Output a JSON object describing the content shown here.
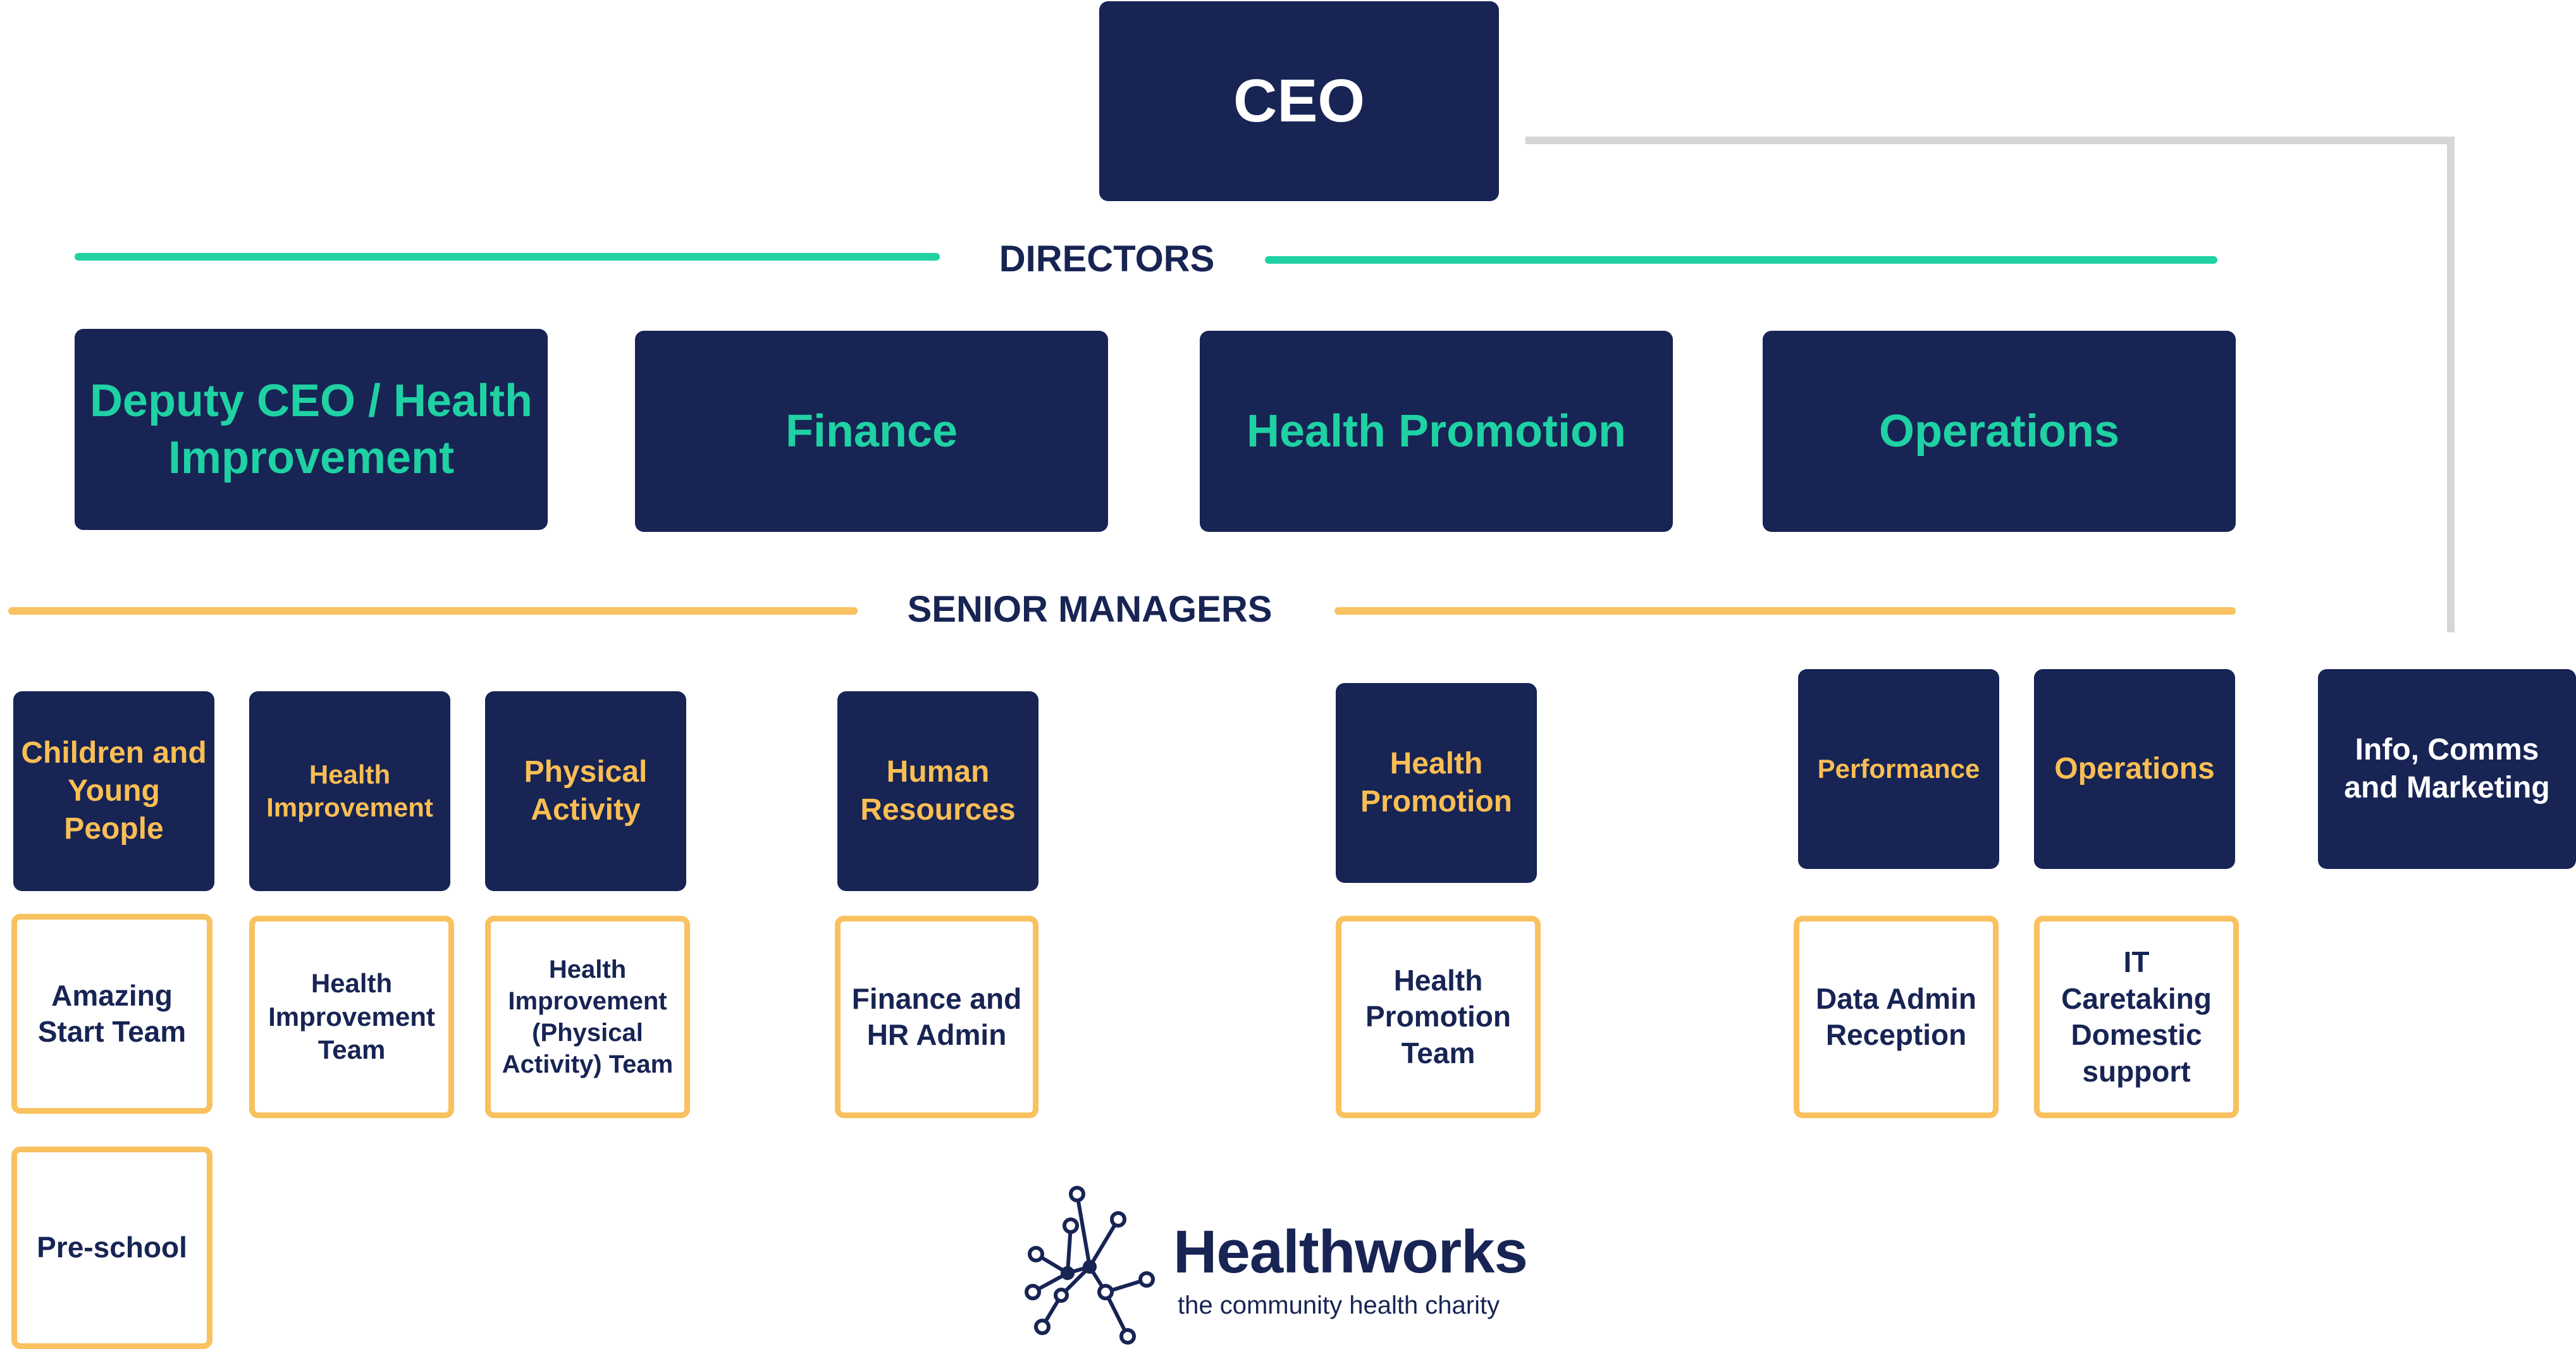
{
  "ceo": {
    "label": "CEO"
  },
  "directors_heading": "DIRECTORS",
  "directors": [
    {
      "label": "Deputy CEO / Health Improvement"
    },
    {
      "label": "Finance"
    },
    {
      "label": "Health Promotion"
    },
    {
      "label": "Operations"
    }
  ],
  "senior_managers_heading": "SENIOR MANAGERS",
  "managers": [
    {
      "label": "Children and Young People"
    },
    {
      "label": "Health Improvement"
    },
    {
      "label": "Physical Activity"
    },
    {
      "label": "Human Resources"
    },
    {
      "label": "Health Promotion"
    },
    {
      "label": "Performance"
    },
    {
      "label": "Operations"
    }
  ],
  "info_comms": {
    "label": "Info, Comms and Marketing"
  },
  "teams": [
    {
      "label": "Amazing Start Team"
    },
    {
      "label": "Health Improvement Team"
    },
    {
      "label": "Health Improvement (Physical Activity) Team"
    },
    {
      "label": "Finance and HR Admin"
    },
    {
      "label": "Health Promotion Team"
    },
    {
      "label": "Data Admin Reception"
    },
    {
      "label": "IT Caretaking Domestic support"
    },
    {
      "label": "Pre-school"
    }
  ],
  "logo": {
    "name": "Healthworks",
    "tagline": "the community health charity"
  },
  "colors": {
    "navy": "#172454",
    "teal": "#1fd1a3",
    "amber": "#f9be54",
    "grey_connector": "#d6d6d6"
  }
}
